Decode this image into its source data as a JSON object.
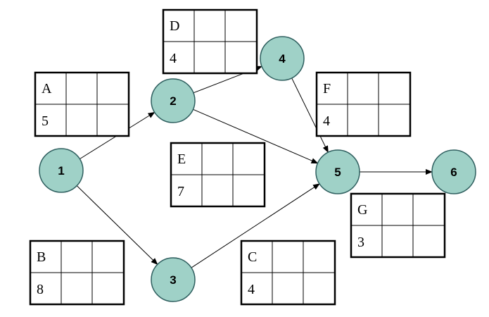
{
  "colors": {
    "node_fill": "#9fd1c7",
    "node_stroke": "#2f5f5f",
    "line": "#000000",
    "background": "#ffffff"
  },
  "nodes": [
    {
      "id": "1",
      "label": "1"
    },
    {
      "id": "2",
      "label": "2"
    },
    {
      "id": "3",
      "label": "3"
    },
    {
      "id": "4",
      "label": "4"
    },
    {
      "id": "5",
      "label": "5"
    },
    {
      "id": "6",
      "label": "6"
    }
  ],
  "edges": [
    {
      "from": "1",
      "to": "2"
    },
    {
      "from": "1",
      "to": "3"
    },
    {
      "from": "2",
      "to": "4"
    },
    {
      "from": "2",
      "to": "5"
    },
    {
      "from": "3",
      "to": "5"
    },
    {
      "from": "4",
      "to": "5"
    },
    {
      "from": "5",
      "to": "6"
    }
  ],
  "activities": [
    {
      "name": "A",
      "duration": "5"
    },
    {
      "name": "B",
      "duration": "8"
    },
    {
      "name": "C",
      "duration": "4"
    },
    {
      "name": "D",
      "duration": "4"
    },
    {
      "name": "E",
      "duration": "7"
    },
    {
      "name": "F",
      "duration": "4"
    },
    {
      "name": "G",
      "duration": "3"
    }
  ]
}
